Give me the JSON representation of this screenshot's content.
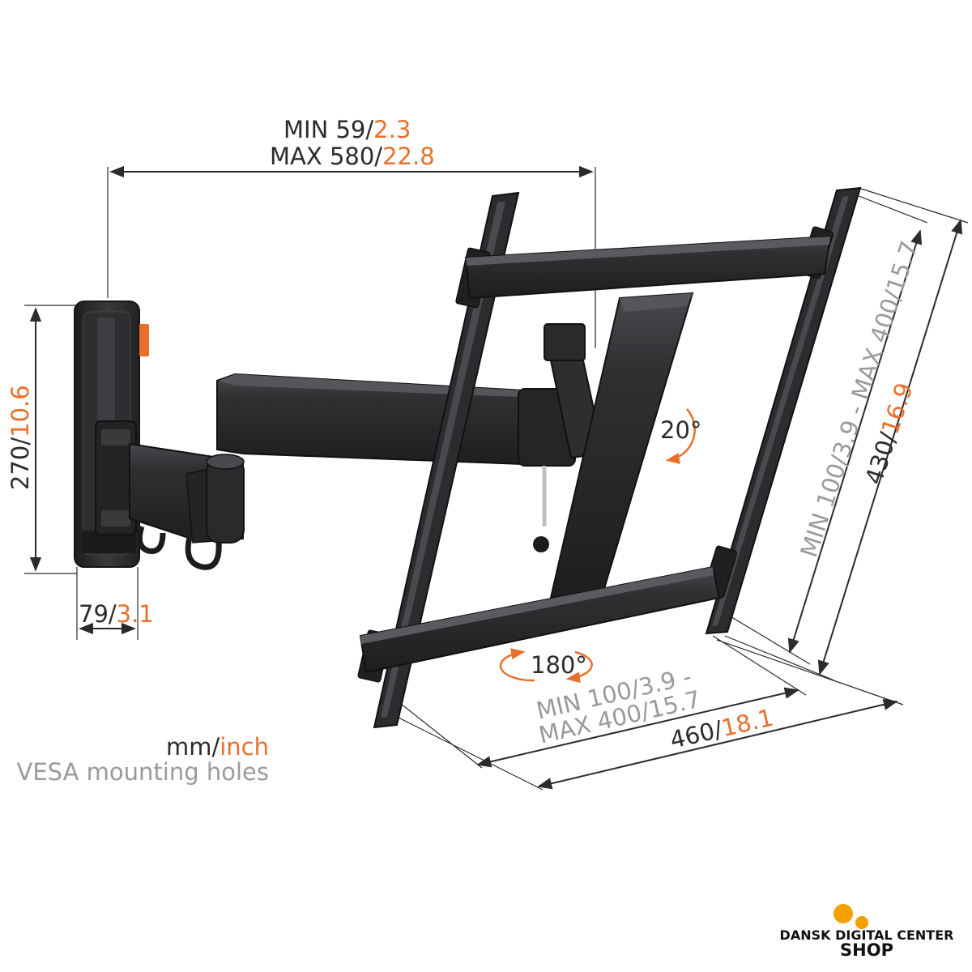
{
  "colors": {
    "orange": "#e8702a",
    "dark_text": "#2b2b2b",
    "grey_text": "#9a9a9a",
    "mount_black": "#2c2c2e",
    "mount_edge": "#1a1a1c",
    "mount_highlight": "#4a4a4e"
  },
  "dimensions": {
    "arm_extension": {
      "line1_mm": "MIN 59/",
      "line1_inch": "2.3",
      "line2_mm": "MAX 580/",
      "line2_inch": "22.8"
    },
    "wall_plate_height": {
      "mm": "270/",
      "inch": "10.6"
    },
    "wall_plate_width": {
      "mm": "79/",
      "inch": "3.1"
    },
    "vesa_vertical": {
      "text": "MIN 100/3.9 - MAX 400/15.7"
    },
    "overall_height": {
      "mm": "430/",
      "inch": "16.9"
    },
    "vesa_horizontal": {
      "line1": "MIN 100/3.9 -",
      "line2": "MAX 400/15.7"
    },
    "overall_width": {
      "mm": "460/",
      "inch": "18.1"
    }
  },
  "rotations": {
    "tilt": "20°",
    "rotate": "180°"
  },
  "legend": {
    "units_mm": "mm/",
    "units_inch": "inch",
    "vesa_label": "VESA mounting holes"
  },
  "logo": {
    "line1": "DANSK DIGITAL CENTER",
    "line2": "SHOP"
  }
}
